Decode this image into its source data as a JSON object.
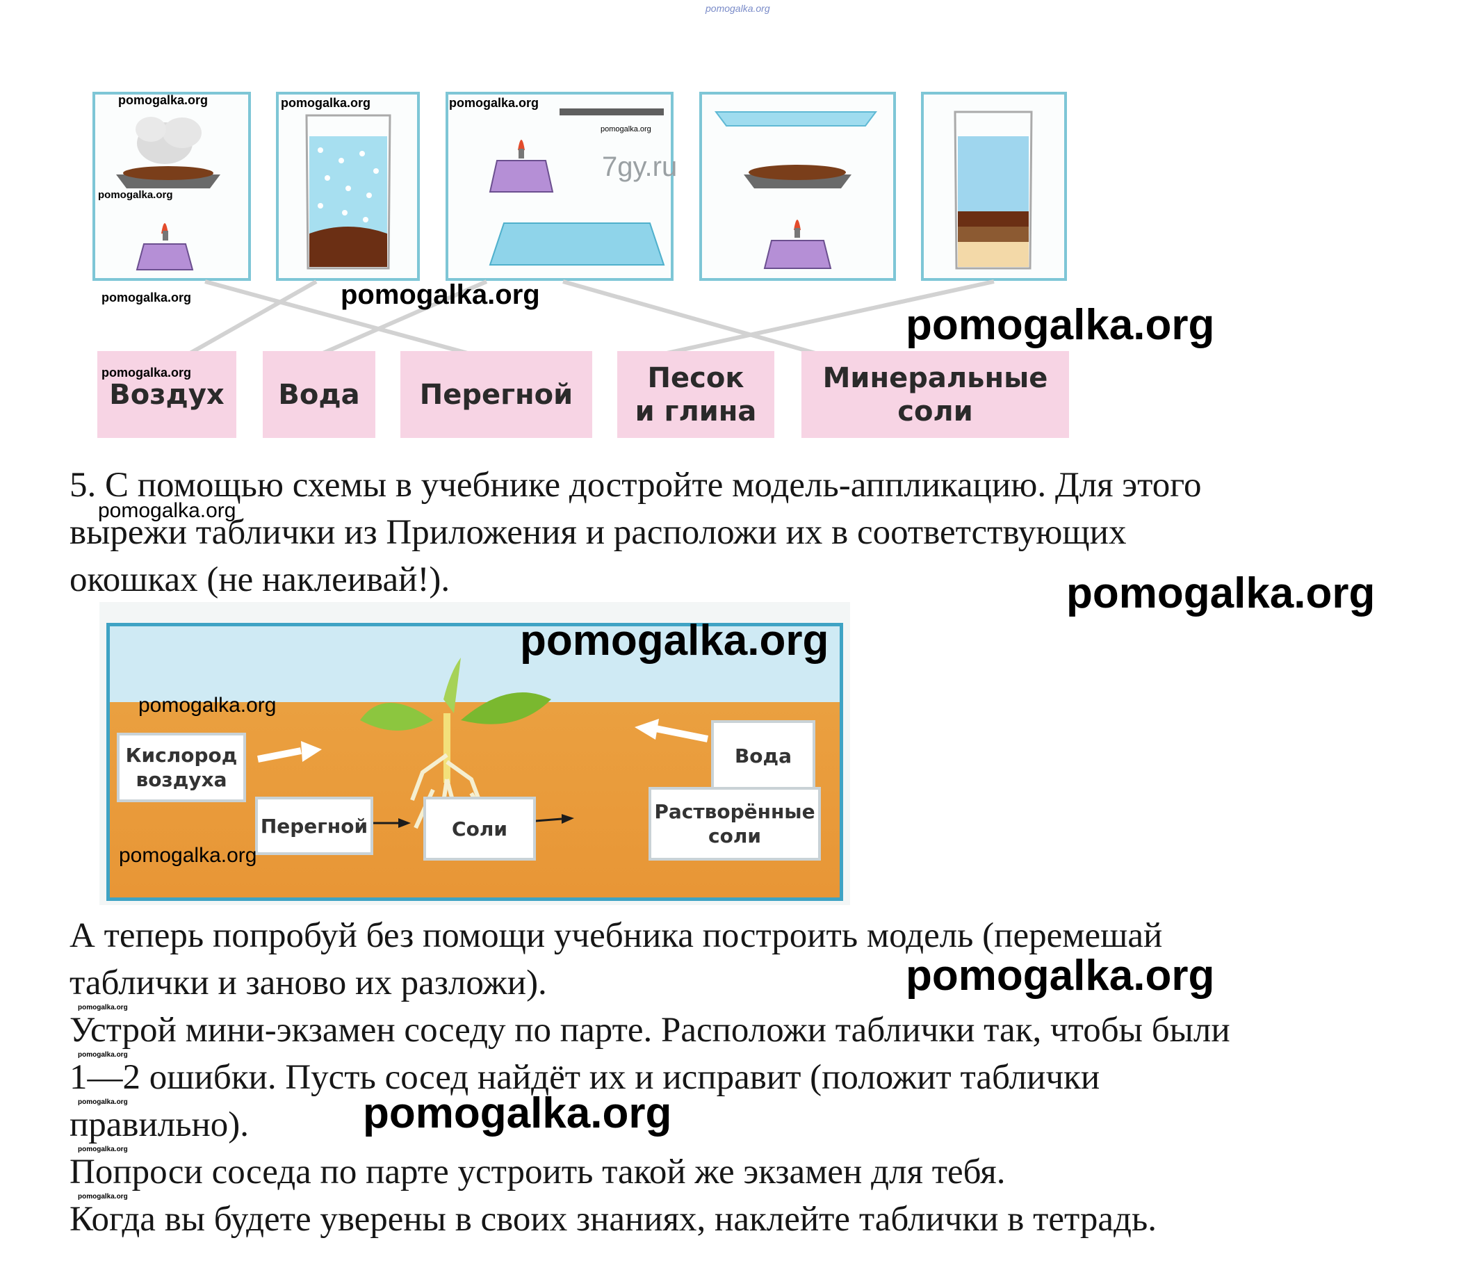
{
  "watermarks": {
    "top_header": "pomogalka.org",
    "panel_1": "pomogalka.org",
    "panel_1_mid": "pomogalka.org",
    "panel_2": "pomogalka.org",
    "panel_3": "pomogalka.org",
    "panel_3_small": "pomogalka.org",
    "panel_3_site": "7gy.ru",
    "below_panels_small": "pomogalka.org",
    "below_panels_mid": "pomogalka.org",
    "big_1": "pomogalka.org",
    "label_small": "pomogalka.org",
    "task5_overlay": "pomogalka.org",
    "big_2": "pomogalka.org",
    "diagram_big": "pomogalka.org",
    "diagram_mid_1": "pomogalka.org",
    "diagram_mid_2": "pomogalka.org",
    "big_3": "pomogalka.org",
    "big_4": "pomogalka.org",
    "tiny_1": "pomogalka.org",
    "tiny_2": "pomogalka.org",
    "tiny_3": "pomogalka.org",
    "tiny_4": "pomogalka.org",
    "tiny_5": "pomogalka.org"
  },
  "soil_components": [
    "Воздух",
    "Вода",
    "Перегной",
    "Песок\nи глина",
    "Минеральные\nсоли"
  ],
  "task5": {
    "line1": "5. С помощью схемы в учебнике достройте модель-аппликацию. Для этого",
    "line2": "вырежи таблички из Приложения и расположи их в соответствующих",
    "line3": "окошках (не наклеивай!)."
  },
  "diagram": {
    "oxygen": "Кислород\nвоздуха",
    "water": "Вода",
    "humus": "Перегной",
    "salts": "Соли",
    "dissolved_salts": "Растворённые\nсоли"
  },
  "body": {
    "line1": "А теперь попробуй без помощи учебника построить модель (перемешай",
    "line2": "таблички и заново их разложи).",
    "line3": "Устрой мини-экзамен соседу по парте. Расположи таблички так, чтобы были",
    "line4": "1—2 ошибки. Пусть сосед найдёт их и исправит (положит таблички",
    "line5": "правильно).",
    "line6": "Попроси соседа по парте устроить такой же экзамен для тебя.",
    "line7": "Когда вы будете уверены в своих знаниях, наклейте таблички в тетрадь."
  }
}
